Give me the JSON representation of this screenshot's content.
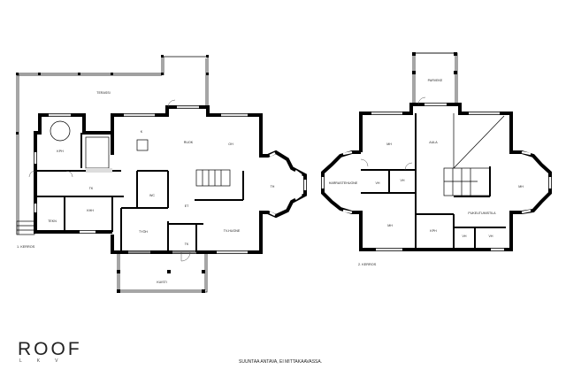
{
  "floor1": {
    "caption": "1. KERROS",
    "rooms": {
      "terassi": "TERASSI",
      "kph": "KPH",
      "k": "K",
      "ruok": "RUOK",
      "oh": "OH",
      "th": "TH",
      "tk_hall": "TK",
      "wc": "WC",
      "et": "ET",
      "tekn": "TEKN",
      "khh": "KHH",
      "tyoh": "TYÖH",
      "tk_entry": "TK",
      "tvhuone": "TV-HUONE",
      "kuisti": "KUISTI"
    }
  },
  "floor2": {
    "caption": "2. KERROS",
    "rooms": {
      "parveke": "PARVEKE",
      "mh_top": "MH",
      "aula": "AULA",
      "harraste": "HARRASTEHUONE",
      "vh1": "VH",
      "vh2": "VH",
      "mh_right": "MH",
      "mh_bottom": "MH",
      "kph": "KPH",
      "pukeutumis": "PUKEUTUMISTILA",
      "vh3": "VH",
      "vh4": "VH"
    }
  },
  "logo": {
    "name": "ROOF",
    "sub": "LKV"
  },
  "footer": {
    "note": "SUUNTAA ANTAVA, EI MITTAKAAVASSA."
  }
}
